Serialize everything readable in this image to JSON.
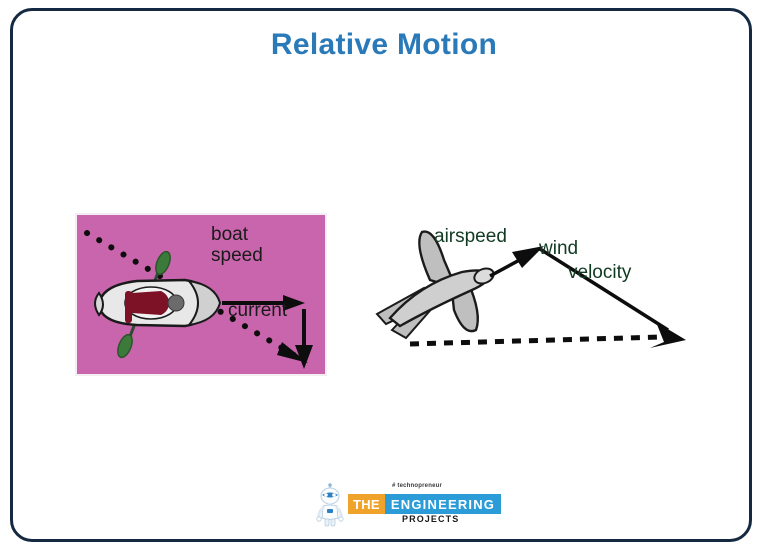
{
  "slide": {
    "title": "Relative Motion",
    "title_color": "#2a7ab9",
    "background_color": "#ffffff",
    "frame_color": "#152a42"
  },
  "boat_figure": {
    "name": "boat-and-current-vector-diagram",
    "panel_color": "#c965ac",
    "labels": {
      "boat_speed": "boat\nspeed",
      "current": "current"
    },
    "vectors": [
      {
        "name": "boat-speed-vector",
        "label": "boat speed",
        "direction": "right",
        "style": "solid"
      },
      {
        "name": "current-vector",
        "label": "current",
        "direction": "down",
        "style": "solid"
      },
      {
        "name": "resultant-path",
        "label": "",
        "direction": "down-right",
        "style": "dotted"
      }
    ],
    "vehicle": "kayak-top-view"
  },
  "plane_figure": {
    "name": "airplane-wind-vector-diagram",
    "labels": {
      "airspeed": "airspeed",
      "wind": "wind",
      "velocity": "velocity"
    },
    "vectors": [
      {
        "name": "airspeed-vector",
        "label": "airspeed",
        "direction": "up-right",
        "style": "solid"
      },
      {
        "name": "wind-velocity-vector",
        "label": "wind velocity",
        "direction": "down-right",
        "style": "solid"
      },
      {
        "name": "ground-velocity-vector",
        "label": "",
        "direction": "right",
        "style": "dashed"
      }
    ],
    "vehicle": "airplane-top-view"
  },
  "footer": {
    "tagline": "# technopreneur",
    "logo_the": "THE",
    "logo_engineering": "ENGINEERING",
    "logo_projects": "PROJECTS",
    "colors": {
      "the": "#f0a32a",
      "engineering": "#2b9cd8"
    }
  }
}
